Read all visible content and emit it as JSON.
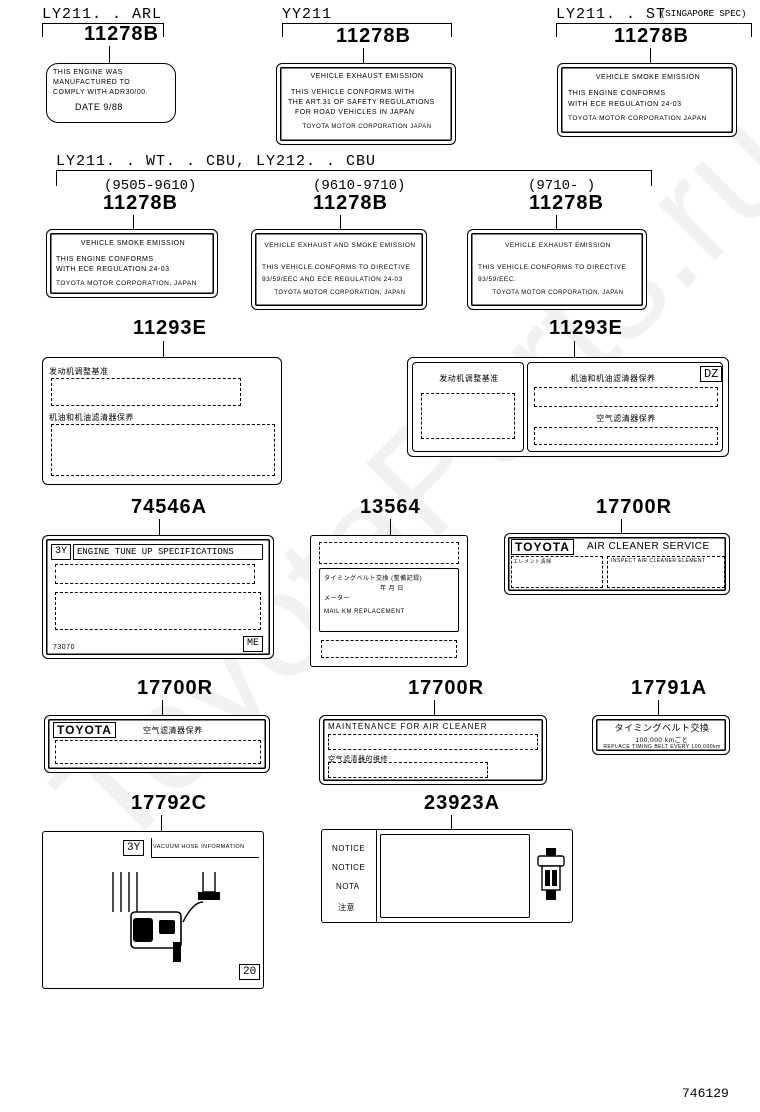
{
  "watermark": "ToyotaParts.ru",
  "groups": {
    "g1": {
      "header": "LY211. . ARL",
      "part": "11278B",
      "lines": [
        "THIS ENGINE WAS",
        "MANUFACTURED TO",
        "COMPLY WITH ADR30/00.",
        "DATE 9/88"
      ]
    },
    "g2": {
      "header": "YY211",
      "part": "11278B",
      "lines": [
        "VEHICLE EXHAUST EMISSION",
        "THIS VEHICLE CONFORMS WITH",
        "THE ART.31 OF SAFETY REGULATIONS",
        "FOR ROAD VEHICLES IN JAPAN",
        "TOYOTA MOTOR CORPORATION JAPAN"
      ]
    },
    "g3": {
      "header": "LY211. . ST",
      "header_small": "(SINGAPORE SPEC)",
      "part": "11278B",
      "lines": [
        "VEHICLE SMOKE EMISSION",
        "THIS ENGINE CONFORMS",
        "WITH ECE REGULATION 24-03",
        "TOYOTA MOTOR CORPORATION JAPAN"
      ]
    },
    "bracket_header": "LY211. . WT. . CBU, LY212. . CBU",
    "g4": {
      "sub": "(9505-9610)",
      "part": "11278B",
      "lines": [
        "VEHICLE SMOKE EMISSION",
        "THIS ENGINE CONFORMS",
        "WITH ECE REGULATION 24-03",
        "TOYOTA MOTOR CORPORATION, JAPAN"
      ]
    },
    "g5": {
      "sub": "(9610-9710)",
      "part": "11278B",
      "lines": [
        "VEHICLE EXHAUST AND SMOKE EMISSION",
        "THIS VEHICLE CONFORMS TO DIRECTIVE",
        "93/59/EEC AND ECE REGULATION 24-03",
        "TOYOTA MOTOR CORPORATION, JAPAN"
      ]
    },
    "g6": {
      "sub": "(9710-        )",
      "part": "11278B",
      "lines": [
        "VEHICLE EXHAUST EMISSION",
        "THIS VEHICLE CONFORMS TO DIRECTIVE",
        "93/59/EEC.",
        "TOYOTA MOTOR CORPORATION, JAPAN"
      ]
    },
    "g7": {
      "part": "11293E",
      "line1": "发动机调整基准",
      "line2": "机油和机油滤清器保养"
    },
    "g8": {
      "part": "11293E",
      "left": "发动机调整基准",
      "right1": "机油和机油滤清器保养",
      "right2": "空气滤清器保养",
      "badge": "DZ"
    },
    "g9": {
      "part": "74546A",
      "badge": "3Y",
      "title": "ENGINE TUNE UP SPECIFICATIONS",
      "code": "73070",
      "corner": "ME"
    },
    "g10": {
      "part": "13564",
      "line1": "タイミングベルト交換 (整備記録)",
      "line2": "年 月 日",
      "line3": "メーター",
      "line4": "MAIL KM REPLACEMENT"
    },
    "g11": {
      "part": "17700R",
      "brand": "TOYOTA",
      "title": "AIR CLEANER SERVICE",
      "left_small": "エレメント清掃",
      "right_small": "INSPECT AIR CLEANER ELEMENT"
    },
    "g12": {
      "part": "17700R",
      "brand": "TOYOTA",
      "title": "空气滤清器保养"
    },
    "g13": {
      "part": "17700R",
      "title": "MAINTENANCE FOR AIR CLEANER",
      "line2": "空气滤清器的维修"
    },
    "g14": {
      "part": "17791A",
      "title": "タイミングベルト交換",
      "line2": "100,000 kmごと",
      "line3": "REPLACE TIMING BELT EVERY 100,000km"
    },
    "g15": {
      "part": "17792C",
      "badge": "3Y",
      "title": "VACUUM HOSE INFORMATION",
      "corner": "20"
    },
    "g16": {
      "part": "23923A",
      "rows": [
        "NOTICE",
        "NOTICE",
        "NOTA",
        "注意"
      ]
    }
  },
  "diagram_number": "746129"
}
